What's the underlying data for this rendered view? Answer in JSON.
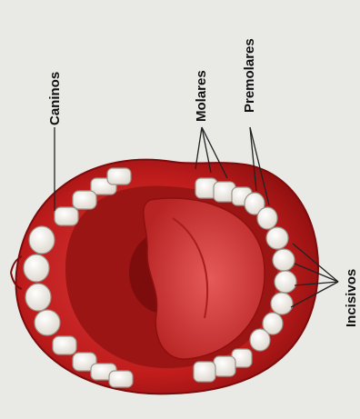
{
  "labels": {
    "caninos": "Caninos",
    "molares": "Molares",
    "premolares": "Premolares",
    "incisivos": "Incisivos"
  },
  "colors": {
    "background": "#e9e9e6",
    "mouth": "#c21e1e",
    "mouth_dark": "#8e0f0f",
    "tongue": "#d63a3a",
    "teeth": "#f6f3ee",
    "leader_lines": "#222222"
  }
}
